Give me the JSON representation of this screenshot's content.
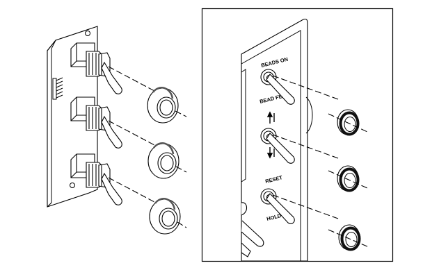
{
  "diagram": {
    "label_beads_on": "BEADS ON",
    "label_bead_feed": "BEAD FEED",
    "label_reset": "RESET",
    "label_hold": "HOLD"
  },
  "colors": {
    "line": "#000000",
    "background": "#ffffff"
  }
}
